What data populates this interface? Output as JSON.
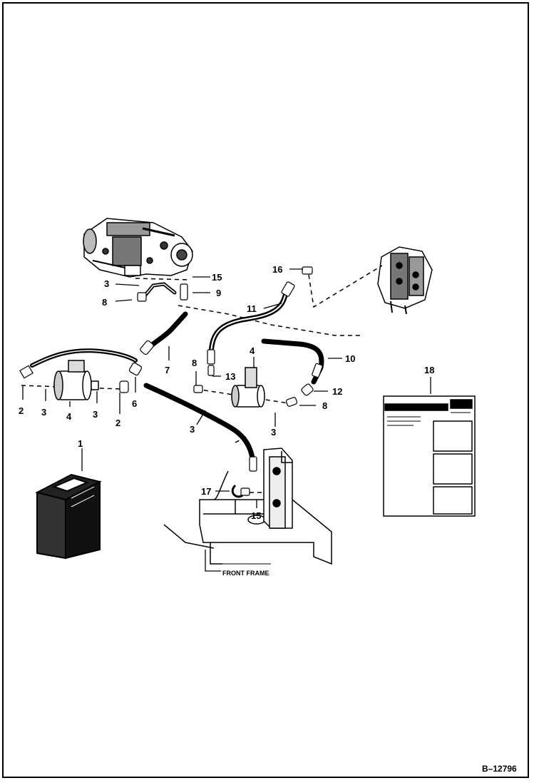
{
  "figure_number": "B–12796",
  "frame_label": "FRONT FRAME",
  "decal": {
    "title": "INSTRUCTIONS"
  },
  "callouts": [
    "1",
    "2",
    "2",
    "3",
    "3",
    "3",
    "3",
    "3",
    "4",
    "4",
    "6",
    "7",
    "8",
    "8",
    "8",
    "9",
    "10",
    "11",
    "12",
    "13",
    "15",
    "15",
    "16",
    "17",
    "18"
  ]
}
